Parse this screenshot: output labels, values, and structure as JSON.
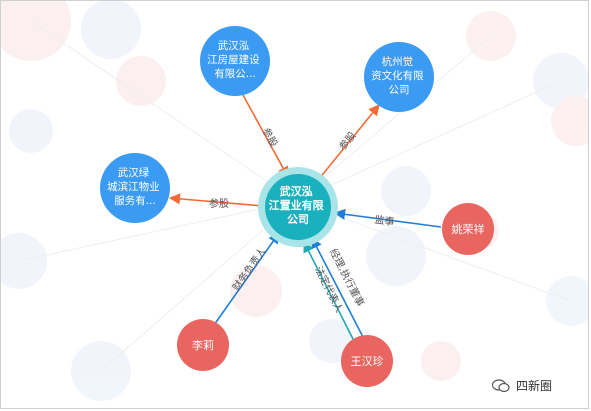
{
  "nodes": {
    "center": {
      "label": "武汉泓江置业有限公司",
      "lines": [
        "武汉泓",
        "江置业有限",
        "公司"
      ],
      "color": "#19b1bd",
      "ring": "#a8e4e8"
    },
    "fangwu": {
      "label": "武汉泓江房屋建设有限公...",
      "lines": [
        "武汉泓",
        "江房屋建设",
        "有限公..."
      ],
      "color": "#3b9bf3"
    },
    "hangzhou": {
      "label": "杭州觉资文化有限公司",
      "lines": [
        "杭州觉",
        "资文化有限",
        "公司"
      ],
      "color": "#3b9bf3"
    },
    "wuye": {
      "label": "武汉绿城滨江物业服务有...",
      "lines": [
        "武汉绿",
        "城滨江物业",
        "服务有..."
      ],
      "color": "#3b9bf3"
    },
    "yao": {
      "label": "姚荣祥",
      "color": "#e9655f"
    },
    "li": {
      "label": "李莉",
      "color": "#e9655f"
    },
    "wang": {
      "label": "王汉珍",
      "color": "#e9655f"
    }
  },
  "edges": [
    {
      "id": "edge-fangwu-center",
      "label": "参股",
      "color": "#f06b35"
    },
    {
      "id": "edge-center-hangzhou",
      "label": "参股",
      "color": "#f06b35"
    },
    {
      "id": "edge-center-wuye",
      "label": "参股",
      "color": "#f06b35"
    },
    {
      "id": "edge-yao-center",
      "label": "监事",
      "color": "#1f7fd6"
    },
    {
      "id": "edge-li-center",
      "label": "财务负责人",
      "color": "#1f7fd6"
    },
    {
      "id": "edge-wang-center-a",
      "label": "经理,执行董事",
      "color": "#1f7fd6"
    },
    {
      "id": "edge-wang-center-b",
      "label": "法定代表人",
      "color": "#1fa8b4"
    }
  ],
  "watermark": {
    "text": "四新圈",
    "icon": "wechat-bubble-icon"
  }
}
